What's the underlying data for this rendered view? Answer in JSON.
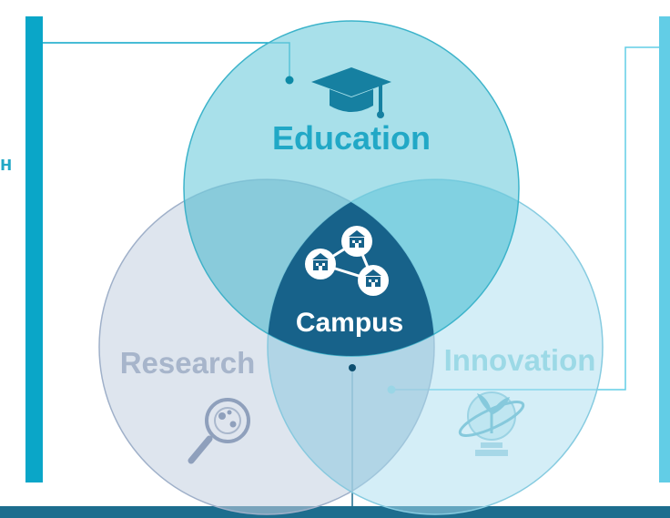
{
  "diagram": {
    "circles": {
      "education": {
        "label": "Education",
        "icon": "graduation-cap-icon"
      },
      "research": {
        "label": "Research",
        "icon": "magnifier-icon"
      },
      "innovation": {
        "label": "Innovation",
        "icon": "globe-plant-icon"
      }
    },
    "center": {
      "label": "Campus",
      "icon": "campus-network-icon"
    },
    "edge_text": {
      "left_fragment": "н"
    }
  },
  "colors": {
    "left_bar": "#0aa6c8",
    "right_bar": "#62cde6",
    "bottom_bar": "#1d6d8e",
    "education_fill": "#7fd2e0",
    "research_fill": "#c3cfe0",
    "innovation_fill": "#9ed9ea",
    "center_fill": "#17628a",
    "education_text": "#21a8c6",
    "research_text": "#a7b5cb",
    "innovation_text": "#9cd9e6"
  }
}
